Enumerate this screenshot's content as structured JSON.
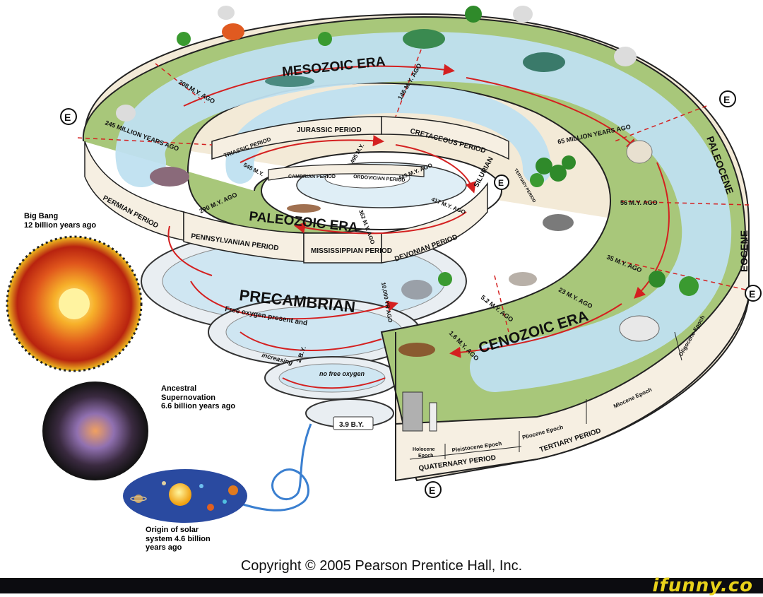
{
  "eras": {
    "mesozoic": "MESOZOIC ERA",
    "paleozoic": "PALEOZOIC ERA",
    "cenozoic": "CENOZOIC ERA",
    "precambrian": "PRECAMBRIAN"
  },
  "periods": {
    "triassic": "TRIASSIC PERIOD",
    "jurassic": "JURASSIC PERIOD",
    "cretaceous": "CRETACEOUS PERIOD",
    "cambrian": "CAMBRIAN PERIOD",
    "ordovician": "ORDOVICIAN PERIOD",
    "silurian": "SILURIAN",
    "devonian": "DEVONIAN PERIOD",
    "mississippian": "MISSISSIPPIAN PERIOD",
    "pennsylvanian": "PENNSYLVANIAN PERIOD",
    "permian": "PERMIAN PERIOD",
    "tertiary_small": "TERTIARY PERIOD",
    "tertiary": "TERTIARY PERIOD",
    "quaternary": "QUATERNARY PERIOD"
  },
  "epochs": {
    "paleocene": "PALEOCENE",
    "eocene": "EOCENE",
    "oligocene": "Oligocene Epoch",
    "miocene": "Miocene Epoch",
    "pliocene": "Pliocene Epoch",
    "pleistocene": "Pleistocene Epoch",
    "holocene_1": "Holocene",
    "holocene_2": "Epoch"
  },
  "ages": {
    "my208": "208 M.Y. AGO",
    "my245": "245 MILLION YEARS AGO",
    "my146": "146 M.Y. AGO",
    "my65": "65 MILLION YEARS AGO",
    "my56": "56 M.Y. AGO",
    "my35": "35 M.Y. AGO",
    "my23": "23 M.Y. AGO",
    "my5": "5.2 M.Y. AGO",
    "my1": "1.6 M.Y. AGO",
    "yr10000": "10,000 YR AGO",
    "my290": "290 M.Y. AGO",
    "my545": "545 M.Y.",
    "my495": "495 M.Y.",
    "my443": "443 M.Y. AGO",
    "my417": "417 M.Y. AGO",
    "my362": "362 M.Y. AGO",
    "by2": "2 B.Y.",
    "by39": "3.9 B.Y."
  },
  "oxygen": {
    "free_present": "Free oxygen present and",
    "increasing": "increasing",
    "none": "no free oxygen"
  },
  "markers": {
    "e": "E"
  },
  "side_labels": {
    "big_bang": [
      "Big Bang",
      "12 billion years ago"
    ],
    "supernova": [
      "Ancestral",
      "Supernovation",
      "6.6 billion years ago"
    ],
    "solar": [
      "Origin of solar",
      "system 4.6 billion",
      "years ago"
    ]
  },
  "copyright": "Copyright © 2005 Pearson Prentice Hall, Inc.",
  "watermark": "ifunny.co",
  "colors": {
    "water": "#bfe0f0",
    "land": "#a8c77a",
    "band": "#f6efe2",
    "arrow": "#d42020",
    "watermark": "#e8d21a"
  }
}
